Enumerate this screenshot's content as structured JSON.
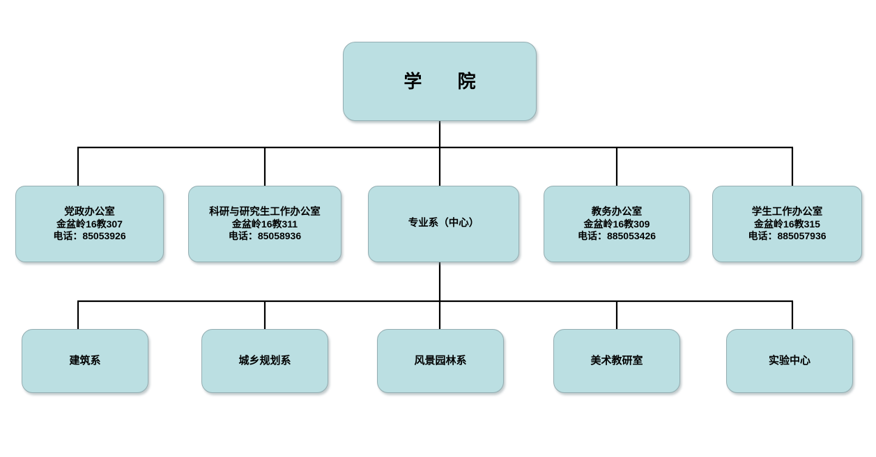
{
  "chart": {
    "type": "org-chart",
    "title_node": {
      "id": "root",
      "label": "学      院"
    },
    "level2": [
      {
        "id": "party-office",
        "title": "党政办公室",
        "address": "金盆岭16教307",
        "phone": "电话：85053926"
      },
      {
        "id": "research-graduate-office",
        "title": "科研与研究生工作办公室",
        "address": "金盆岭16教311",
        "phone": "电话：85058936"
      },
      {
        "id": "departments-center",
        "title": "专业系（中心）",
        "address": "",
        "phone": ""
      },
      {
        "id": "academic-affairs-office",
        "title": "教务办公室",
        "address": "金盆岭16教309",
        "phone": "电话：885053426"
      },
      {
        "id": "student-affairs-office",
        "title": "学生工作办公室",
        "address": "金盆岭16教315",
        "phone": "电话：885057936"
      }
    ],
    "level3": [
      {
        "id": "architecture",
        "label": "建筑系"
      },
      {
        "id": "urban-rural-planning",
        "label": "城乡规划系"
      },
      {
        "id": "landscape-architecture",
        "label": "风景园林系"
      },
      {
        "id": "fine-arts-teaching",
        "label": "美术教研室"
      },
      {
        "id": "experiment-center",
        "label": "实验中心"
      }
    ],
    "colors": {
      "node_fill": "#bbdfe2",
      "node_border": "#93adb1",
      "connector": "#000000",
      "background": "#ffffff",
      "text": "#000000"
    }
  }
}
